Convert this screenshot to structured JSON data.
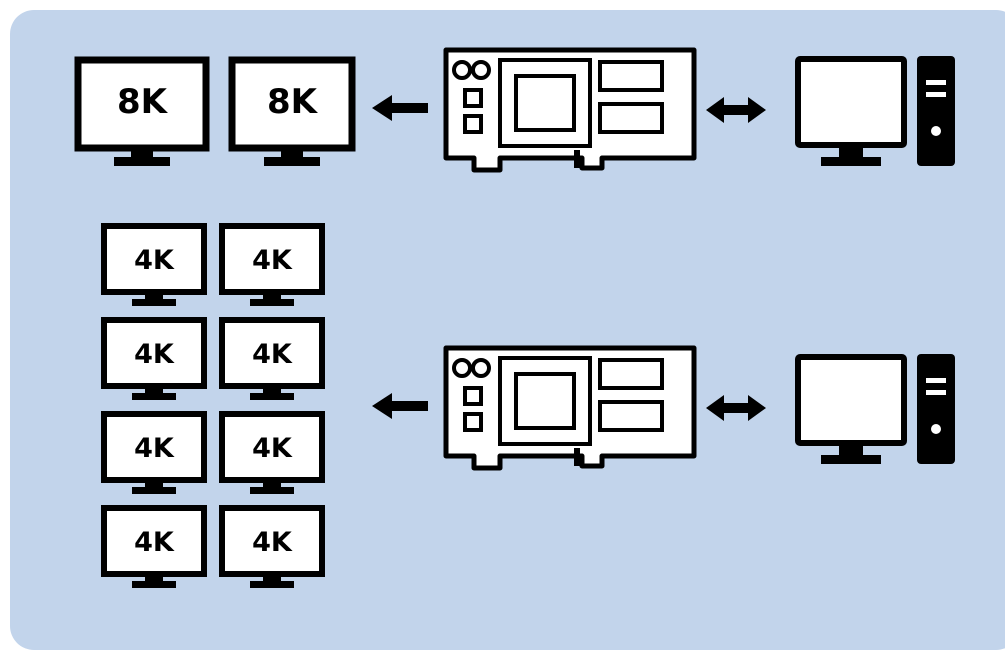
{
  "colors": {
    "background_panel": "#c2d4eb",
    "ink": "#000000",
    "screen": "#ffffff"
  },
  "top_row": {
    "displays": [
      {
        "label": "8K"
      },
      {
        "label": "8K"
      }
    ],
    "icons": [
      "monitor-icon",
      "left-arrow-icon",
      "graphics-card-icon",
      "double-arrow-icon",
      "desktop-computer-icon"
    ]
  },
  "bottom_row": {
    "displays": [
      {
        "label": "4K"
      },
      {
        "label": "4K"
      },
      {
        "label": "4K"
      },
      {
        "label": "4K"
      },
      {
        "label": "4K"
      },
      {
        "label": "4K"
      },
      {
        "label": "4K"
      },
      {
        "label": "4K"
      }
    ],
    "icons": [
      "monitor-icon",
      "left-arrow-icon",
      "graphics-card-icon",
      "double-arrow-icon",
      "desktop-computer-icon"
    ]
  }
}
